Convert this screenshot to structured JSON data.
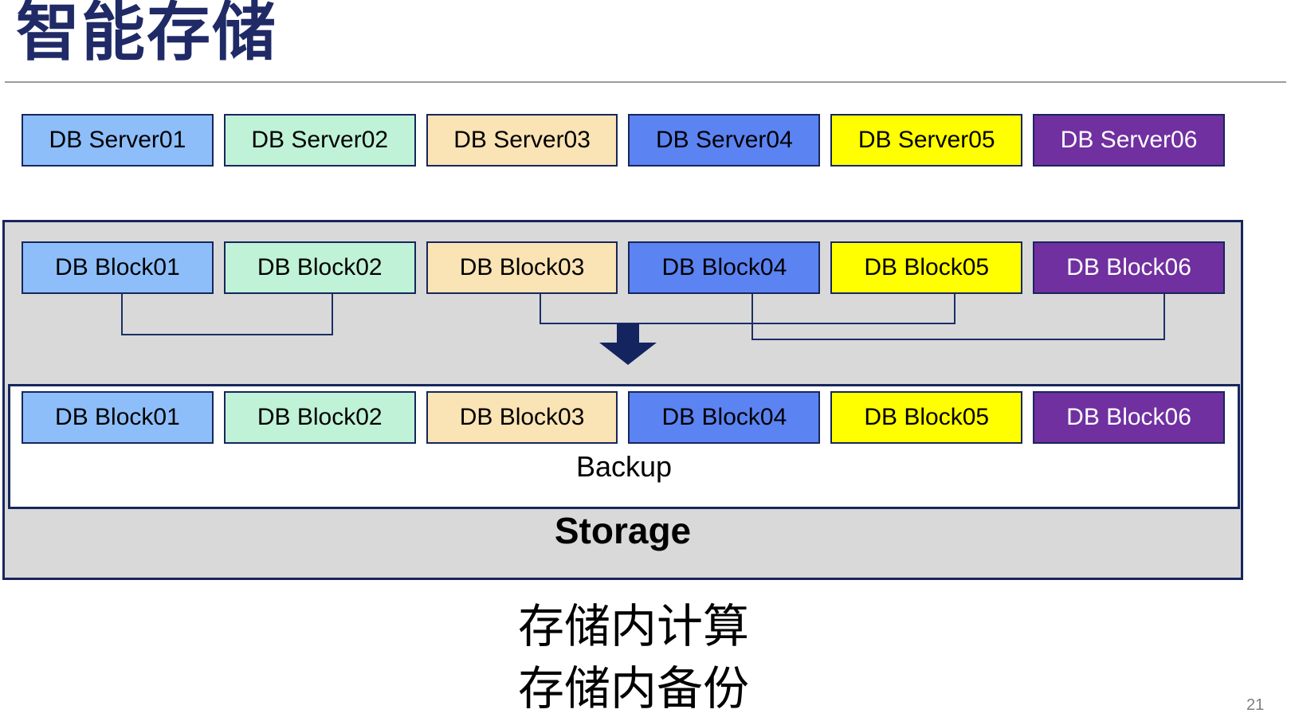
{
  "slide": {
    "title": "智能存储",
    "page_number": "21",
    "caption": {
      "line1": "存储内计算",
      "line2": "存储内备份"
    }
  },
  "servers": {
    "items": [
      "DB Server01",
      "DB Server02",
      "DB Server03",
      "DB Server04",
      "DB Server05",
      "DB Server06"
    ]
  },
  "storage": {
    "top_blocks": [
      "DB Block01",
      "DB Block02",
      "DB Block03",
      "DB Block04",
      "DB Block05",
      "DB Block06"
    ],
    "backup_blocks": [
      "DB Block01",
      "DB Block02",
      "DB Block03",
      "DB Block04",
      "DB Block05",
      "DB Block06"
    ],
    "backup_label": "Backup",
    "storage_label": "Storage"
  },
  "icons": {
    "down_arrow": "down-arrow-icon"
  },
  "colors": {
    "box_fills": [
      "#8DBEFA",
      "#BFF2D6",
      "#FAE3B4",
      "#5B83F2",
      "#FFFF00",
      "#7030A0"
    ],
    "box_border": "#17265C",
    "title_text": "#202A66",
    "container_fill": "#D9D9D9",
    "connector": "#1B2F66",
    "arrow": "#14245F",
    "page_number_text": "#7F7F7F",
    "title_rule": "#9C9C9C"
  }
}
